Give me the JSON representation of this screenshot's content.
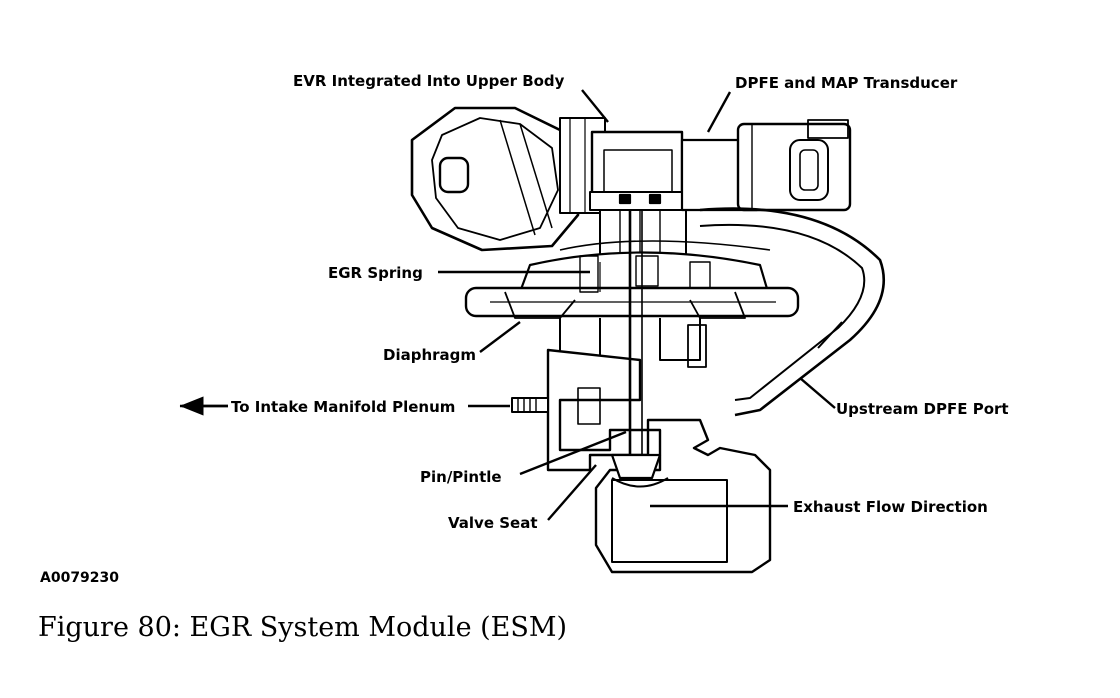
{
  "labels": {
    "evr": "EVR Integrated Into Upper Body",
    "dpfe": "DPFE and MAP Transducer",
    "spring": "EGR Spring",
    "diaphragm": "Diaphragm",
    "intake": "To Intake Manifold Plenum",
    "upstream": "Upstream DPFE Port",
    "pintle": "Pin/Pintle",
    "exhaust": "Exhaust Flow Direction",
    "seat": "Valve Seat"
  },
  "figure_code": "A0079230",
  "caption": "Figure 80: EGR System Module (ESM)"
}
